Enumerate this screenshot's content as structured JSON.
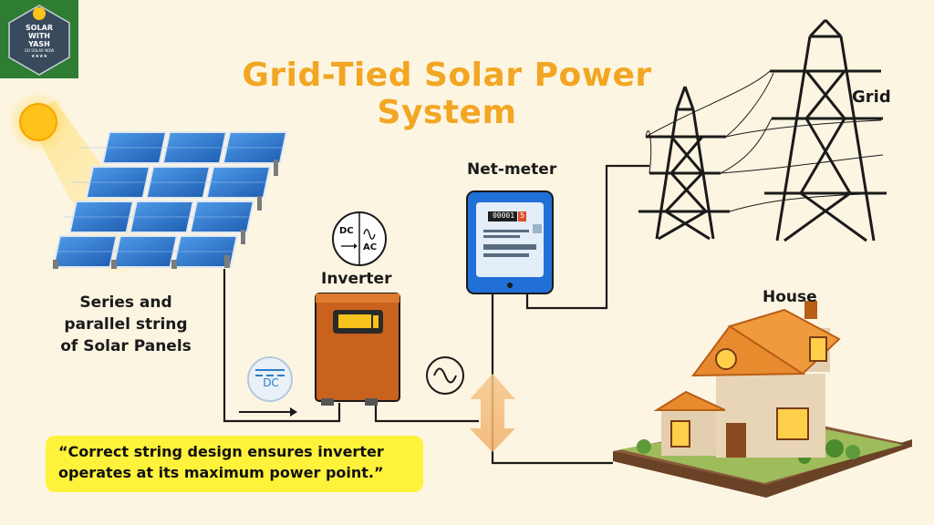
{
  "title": "Grid-Tied Solar Power System",
  "logo": {
    "line1": "SOLAR",
    "line2": "WITH",
    "line3": "YASH",
    "tagline": "GO SOLAR NOW",
    "stars": "★★★★"
  },
  "labels": {
    "grid": "Grid",
    "net_meter": "Net-meter",
    "inverter": "Inverter",
    "house": "House",
    "panels_line1": "Series and",
    "panels_line2": "parallel string",
    "panels_line3": "of Solar Panels"
  },
  "symbols": {
    "dc_badge": "DC",
    "inv_dc": "DC",
    "inv_ac": "AC"
  },
  "meter": {
    "reading": "00001",
    "last_digit": "5"
  },
  "quote": {
    "line1": "“Correct string design ensures inverter",
    "line2": "operates at its maximum power point.”"
  },
  "colors": {
    "title": "#f2a623",
    "panel": "#2e74c9",
    "inverter": "#c8621d",
    "meter": "#2070d8",
    "quote_bg": "#fff23a",
    "logo_bg": "#2e7d32"
  }
}
